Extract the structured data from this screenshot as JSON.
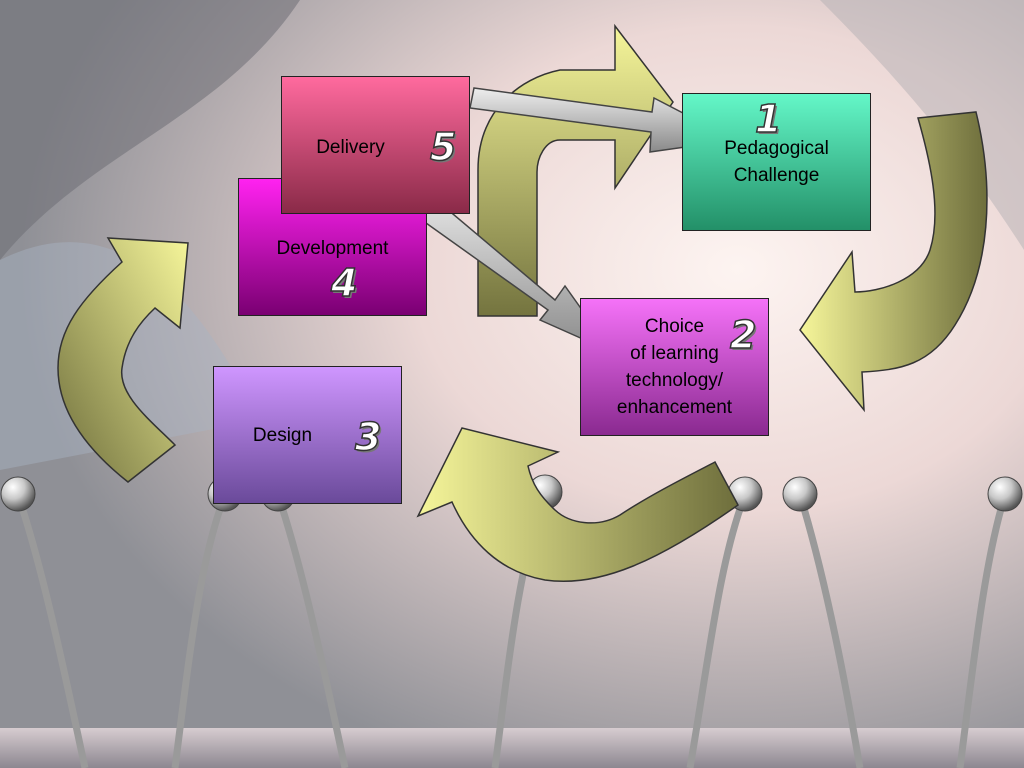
{
  "boxes": {
    "pedagogical": {
      "label": "Pedagogical\nChallenge",
      "number": "1"
    },
    "choice": {
      "label": "Choice\nof learning\ntechnology/\nenhancement",
      "number": "2"
    },
    "design": {
      "label": "Design",
      "number": "3"
    },
    "development": {
      "label": "Development",
      "number": "4"
    },
    "delivery": {
      "label": "Delivery",
      "number": "5"
    }
  },
  "colors": {
    "arrow_fill": "#f2f28a",
    "arrow_dark": "#7a7a45",
    "pointer_fill": "#b8b8b8"
  }
}
